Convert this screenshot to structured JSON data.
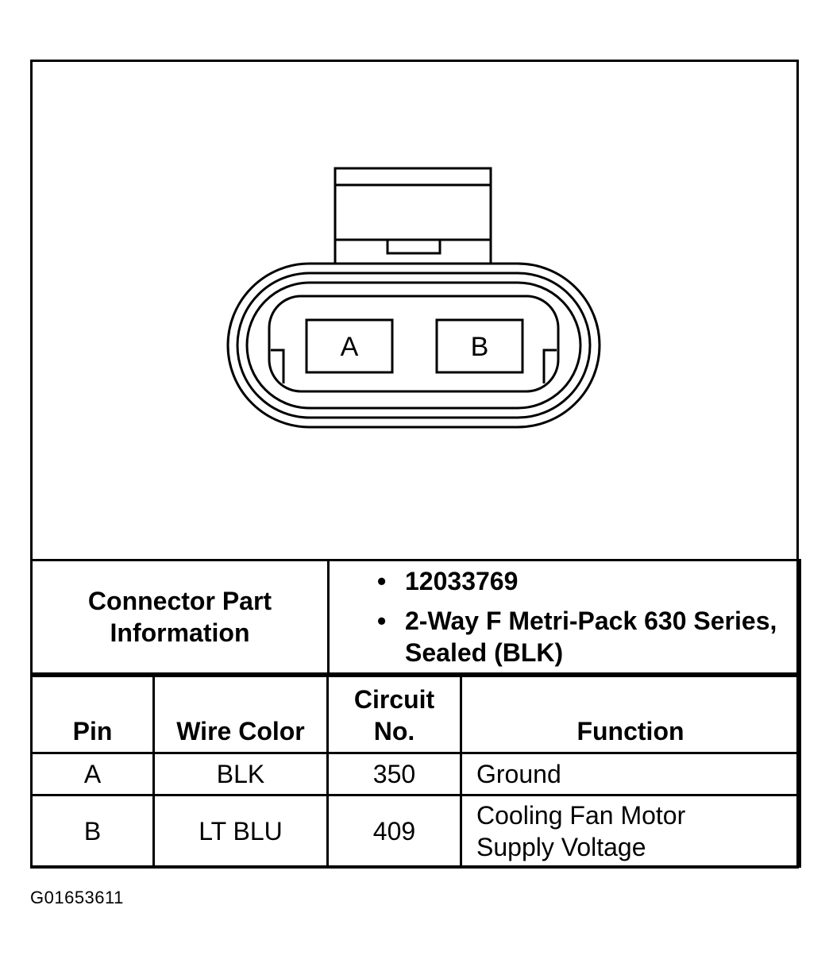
{
  "diagram": {
    "pins": [
      "A",
      "B"
    ]
  },
  "connector_info": {
    "label": "Connector Part Information",
    "items": [
      "12033769",
      "2-Way F Metri-Pack 630 Series, Sealed (BLK)"
    ]
  },
  "pin_table": {
    "headers": [
      "Pin",
      "Wire Color",
      "Circuit No.",
      "Function"
    ],
    "rows": [
      {
        "pin": "A",
        "wire_color": "BLK",
        "circuit": "350",
        "function": "Ground"
      },
      {
        "pin": "B",
        "wire_color": "LT BLU",
        "circuit": "409",
        "function": "Cooling Fan Motor Supply Voltage"
      }
    ]
  },
  "figure_id": "G01653611"
}
